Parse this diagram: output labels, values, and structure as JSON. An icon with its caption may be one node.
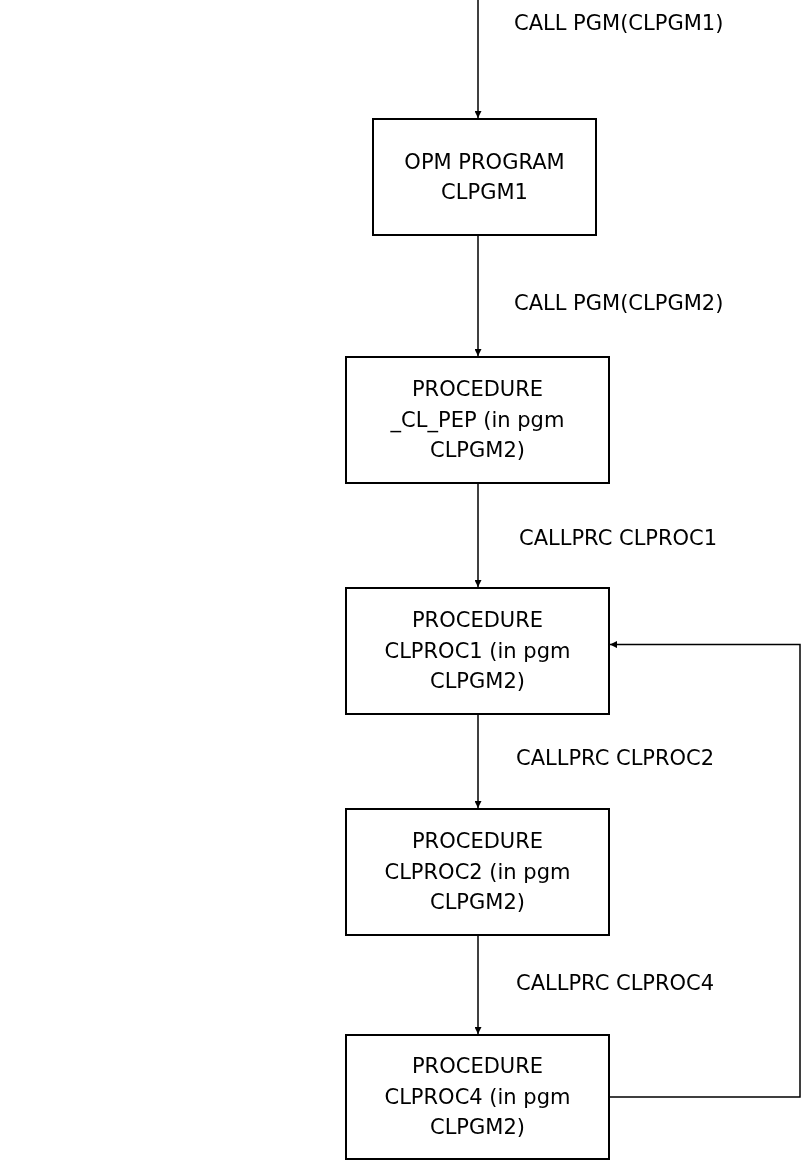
{
  "diagram": {
    "nodes": [
      {
        "text": [
          "OPM PROGRAM CLPGM1"
        ]
      },
      {
        "text": [
          "PROCEDURE _CL_PEP (in pgm CLPGM2)"
        ]
      },
      {
        "text": [
          "PROCEDURE CLPROC1 (in pgm CLPGM2)"
        ]
      },
      {
        "text": [
          "PROCEDURE CLPROC2 (in pgm CLPGM2)"
        ]
      },
      {
        "text": [
          "PROCEDURE CLPROC4 (in pgm CLPGM2)"
        ]
      }
    ],
    "edges": [
      {
        "from": null,
        "to": 0,
        "arrow": "to",
        "label": "CALL PGM(CLPGM1)"
      },
      {
        "from": 0,
        "to": 1,
        "arrow": "to",
        "label": "CALL PGM(CLPGM2)"
      },
      {
        "from": 1,
        "to": 2,
        "arrow": "to",
        "label": "CALLPRC CLPROC1"
      },
      {
        "from": 2,
        "to": 3,
        "arrow": "to",
        "label": "CALLPRC CLPROC2"
      },
      {
        "from": 3,
        "to": 4,
        "arrow": "to",
        "label": "CALLPRC CLPROC4"
      },
      {
        "from": 4,
        "to": 2,
        "arrow": "to"
      }
    ]
  }
}
